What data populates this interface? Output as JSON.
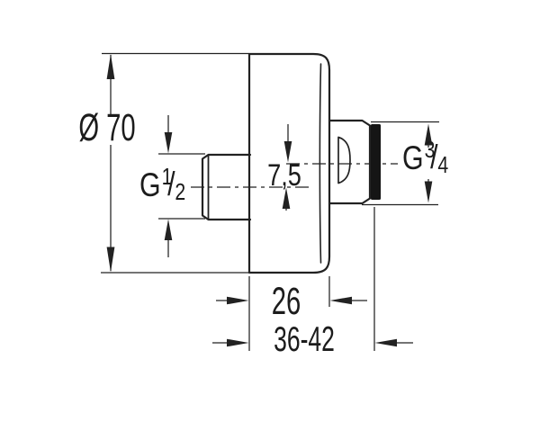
{
  "title": "pipe-union-technical-drawing",
  "colors": {
    "background": "#ffffff",
    "line": "#222222",
    "seal": "#151515",
    "text": "#1c1c1c"
  },
  "labels": {
    "diameter": "Ø 70",
    "flange_depth": "26",
    "wall_range": "36-42",
    "offset": "7,5",
    "thread_left": {
      "base": "G",
      "sup": "1",
      "slash": "/",
      "sub": "2"
    },
    "thread_right": {
      "base": "G",
      "sup": "3",
      "slash": "/",
      "sub": "4"
    }
  }
}
